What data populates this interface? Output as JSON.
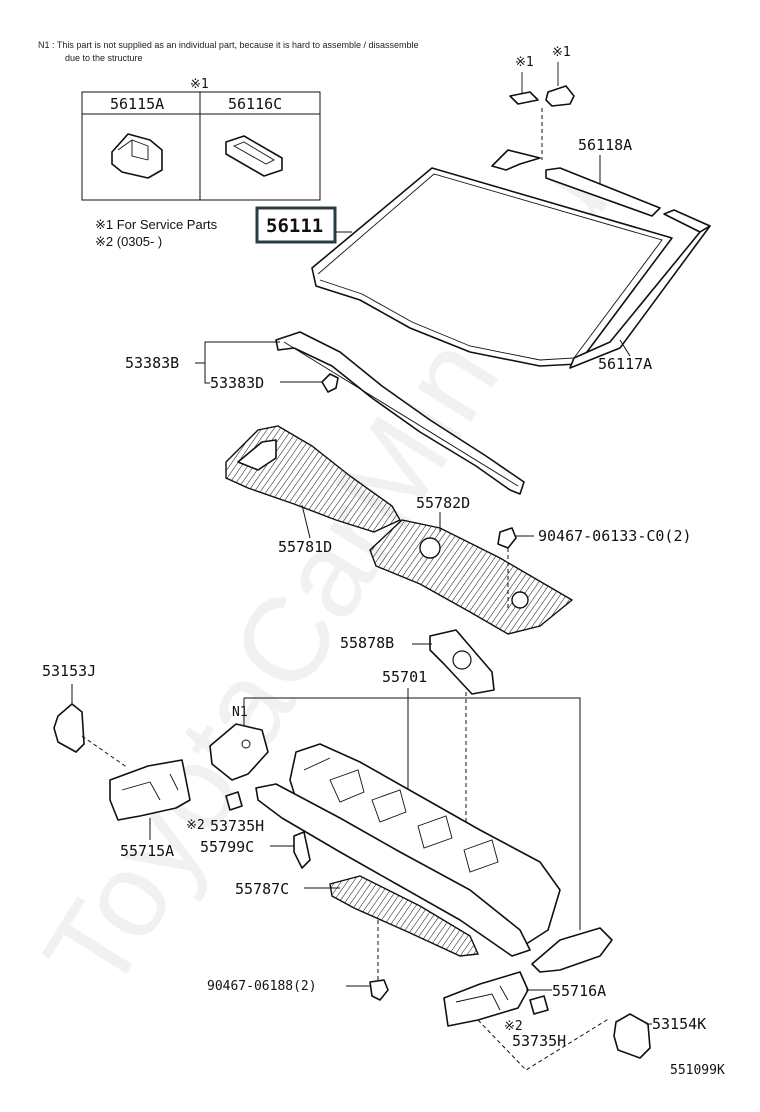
{
  "note": {
    "line1": "N1 :  This part is not supplied as an individual part, because it is hard to assemble / disassemble",
    "line2": "due to the structure"
  },
  "table": {
    "header_mark": "※1",
    "col1": "56115A",
    "col2": "56116C"
  },
  "legend": {
    "line1": "※1 For Service Parts",
    "line2": "※2 (0305-       )"
  },
  "marks": {
    "clip_a": "※1",
    "clip_b": "※1",
    "m2a": "※2",
    "m2b": "※2",
    "n1": "N1"
  },
  "labels": {
    "p56118A": "56118A",
    "p56111": "56111",
    "p56117A": "56117A",
    "p53383B": "53383B",
    "p53383D": "53383D",
    "p55782D": "55782D",
    "p55781D": "55781D",
    "p90467_06133": "90467-06133-C0(2)",
    "p55878B": "55878B",
    "p53153J": "53153J",
    "p55701": "55701",
    "p53735H_a": "53735H",
    "p55715A": "55715A",
    "p55799C": "55799C",
    "p55787C": "55787C",
    "p90467_06188": "90467-06188(2)",
    "p55716A": "55716A",
    "p53154K": "53154K",
    "p53735H_b": "53735H"
  },
  "diagram_code": "551099K",
  "watermark": "ToyotaCarMine.ru"
}
